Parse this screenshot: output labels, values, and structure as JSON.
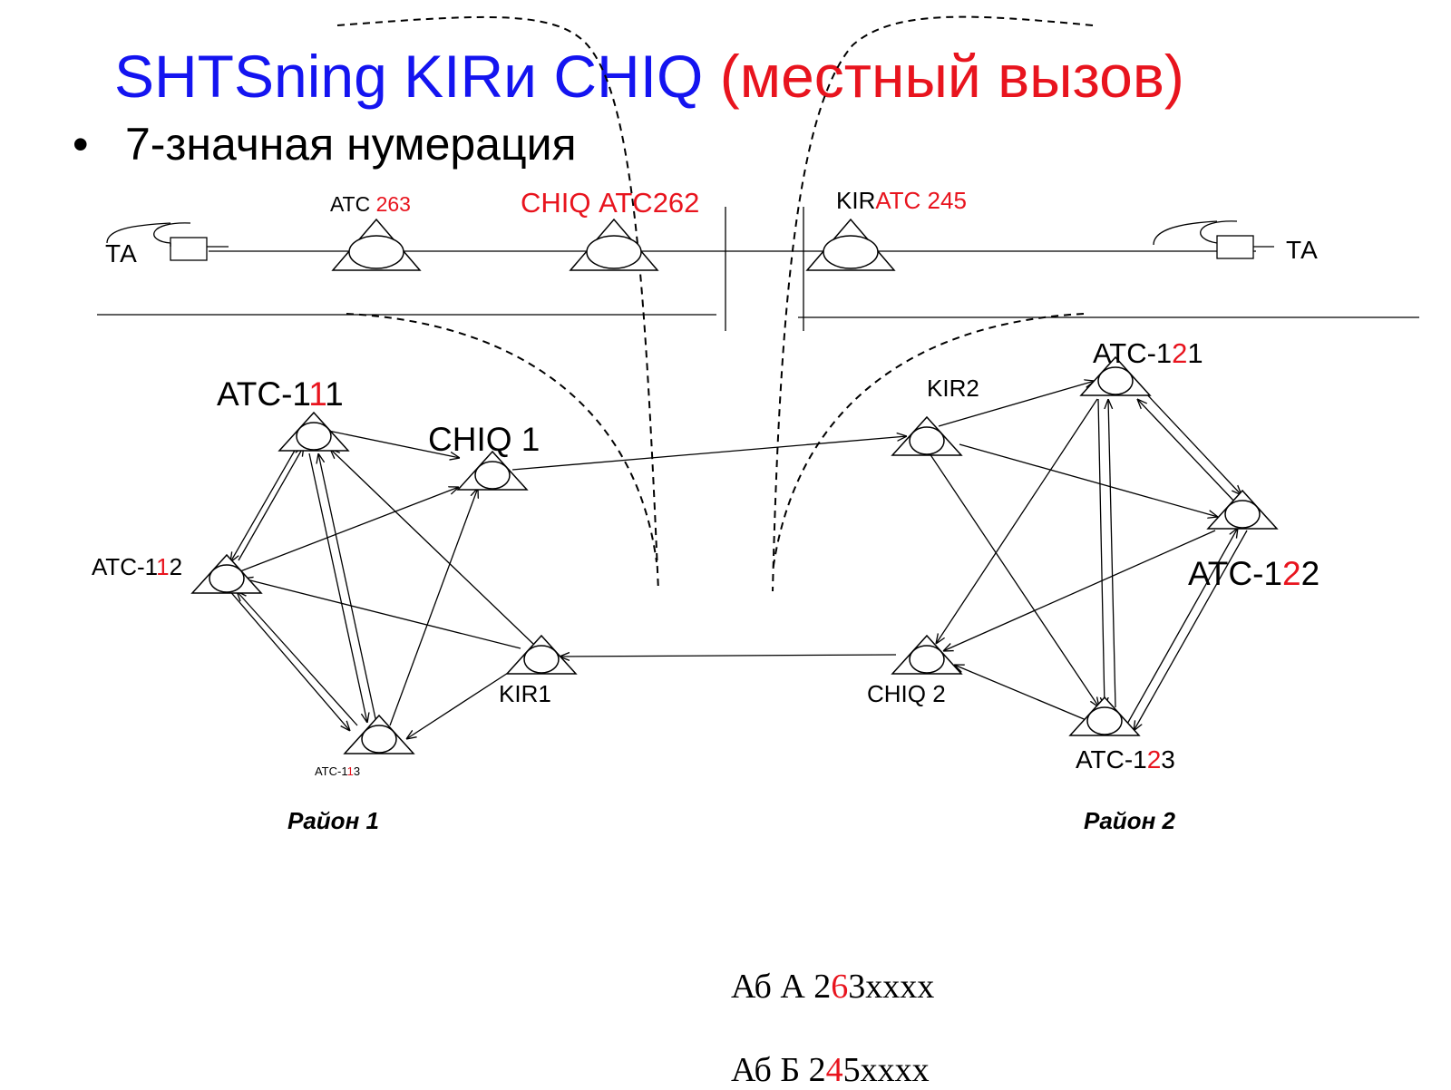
{
  "title": {
    "part1": "SHTSning  KIRи CHIQ",
    "part2": "(местный вызов)",
    "color1": "#1414f0",
    "color2": "#e8141e"
  },
  "bullet": {
    "marker": "•",
    "text": "7-значная нумерация"
  },
  "top_line": {
    "ta_left": "ТА",
    "ta_right": "ТА",
    "atc263": {
      "prefix": "АТС ",
      "code": "263"
    },
    "chiq262": {
      "text": "CHIQ АТС262"
    },
    "kir245": {
      "prefix": "KIR",
      "rest": "АТС 245"
    }
  },
  "district1": {
    "atc111": {
      "a": "АТС-1",
      "b": "1",
      "c": "1"
    },
    "chiq1": "CHIQ 1",
    "atc112": {
      "a": "АТС-1",
      "b": "1",
      "c": "2"
    },
    "kir1": "KIR1",
    "atc113": {
      "a": "АТС-1",
      "b": "1",
      "c": "3"
    },
    "label": "Район 1"
  },
  "district2": {
    "atc121": {
      "a": "АТС-1",
      "b": "2",
      "c": "1"
    },
    "kir2": "KIR2",
    "atc122": {
      "a": "АТС-1",
      "b": "2",
      "c": "2"
    },
    "chiq2": "CHIQ 2",
    "atc123": {
      "a": "АТС-1",
      "b": "2",
      "c": "3"
    },
    "label": "Район 2"
  },
  "formulas": {
    "a": {
      "pre": "Аб А 2",
      "digit": "6",
      "post": "3xxxx"
    },
    "b": {
      "pre": "Аб Б 2",
      "digit": "4",
      "post": "5xxxx"
    }
  },
  "highlight_color": "#e8141e"
}
